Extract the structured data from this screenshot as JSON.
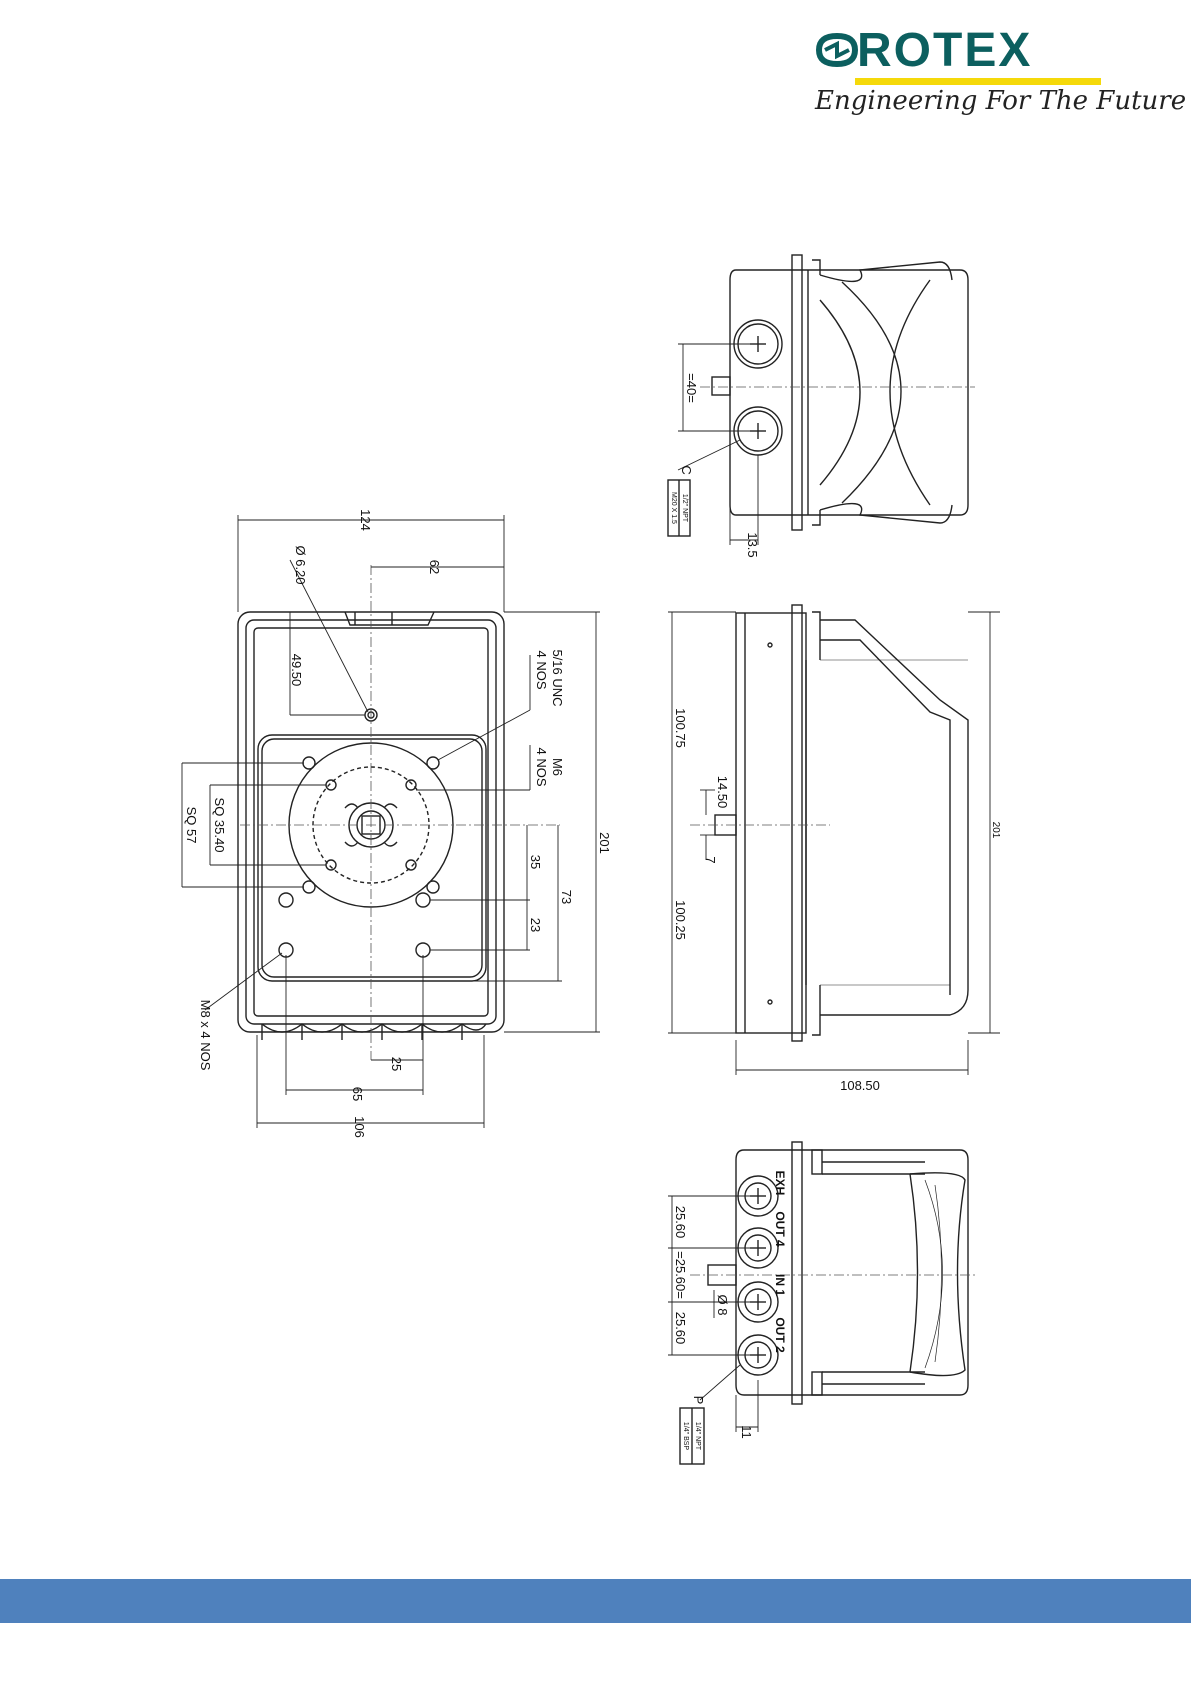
{
  "brand": {
    "name": "ROTEX",
    "tagline": "Engineering For The Future",
    "icon": "rotex-logo-mark",
    "colors": {
      "primary": "#0c5f5f",
      "accent": "#f5d90a",
      "footer": "#4f81bd"
    }
  },
  "front_view": {
    "dims": {
      "width": "124",
      "half_width": "62",
      "hole_dia": "Ø 6.20",
      "hole_offset": "49.50",
      "thread_top": "5/16 UNC",
      "thread_top_qty": "4 NOS",
      "thread_m6": "M6",
      "thread_m6_qty": "4 NOS",
      "sq_small": "SQ 35.40",
      "sq_large": "SQ 57",
      "height": "201",
      "d35": "35",
      "d73": "73",
      "d23": "23",
      "m8": "M8 x 4 NOS",
      "d25": "25",
      "d65": "65",
      "d106": "106"
    }
  },
  "top_view": {
    "dims": {
      "spacing": "=40=",
      "marker": "C",
      "npt": "1/2\" NPT",
      "metric": "M20 X 1.5",
      "offset": "13.5"
    }
  },
  "side_view": {
    "dims": {
      "upper": "100.75",
      "shaft_h": "14.50",
      "shaft_w": "7",
      "lower": "100.25",
      "total": "201",
      "depth": "108.50"
    }
  },
  "bottom_view": {
    "ports": [
      "EXH",
      "OUT 4",
      "IN 1",
      "OUT 2"
    ],
    "dims": {
      "pitch1": "25.60",
      "pitch2": "=25.60=",
      "pitch3": "25.60",
      "dia": "Ø 8",
      "marker": "P",
      "npt": "1/4\" NPT",
      "bsp": "1/4\" BSP",
      "offset": "11"
    }
  }
}
